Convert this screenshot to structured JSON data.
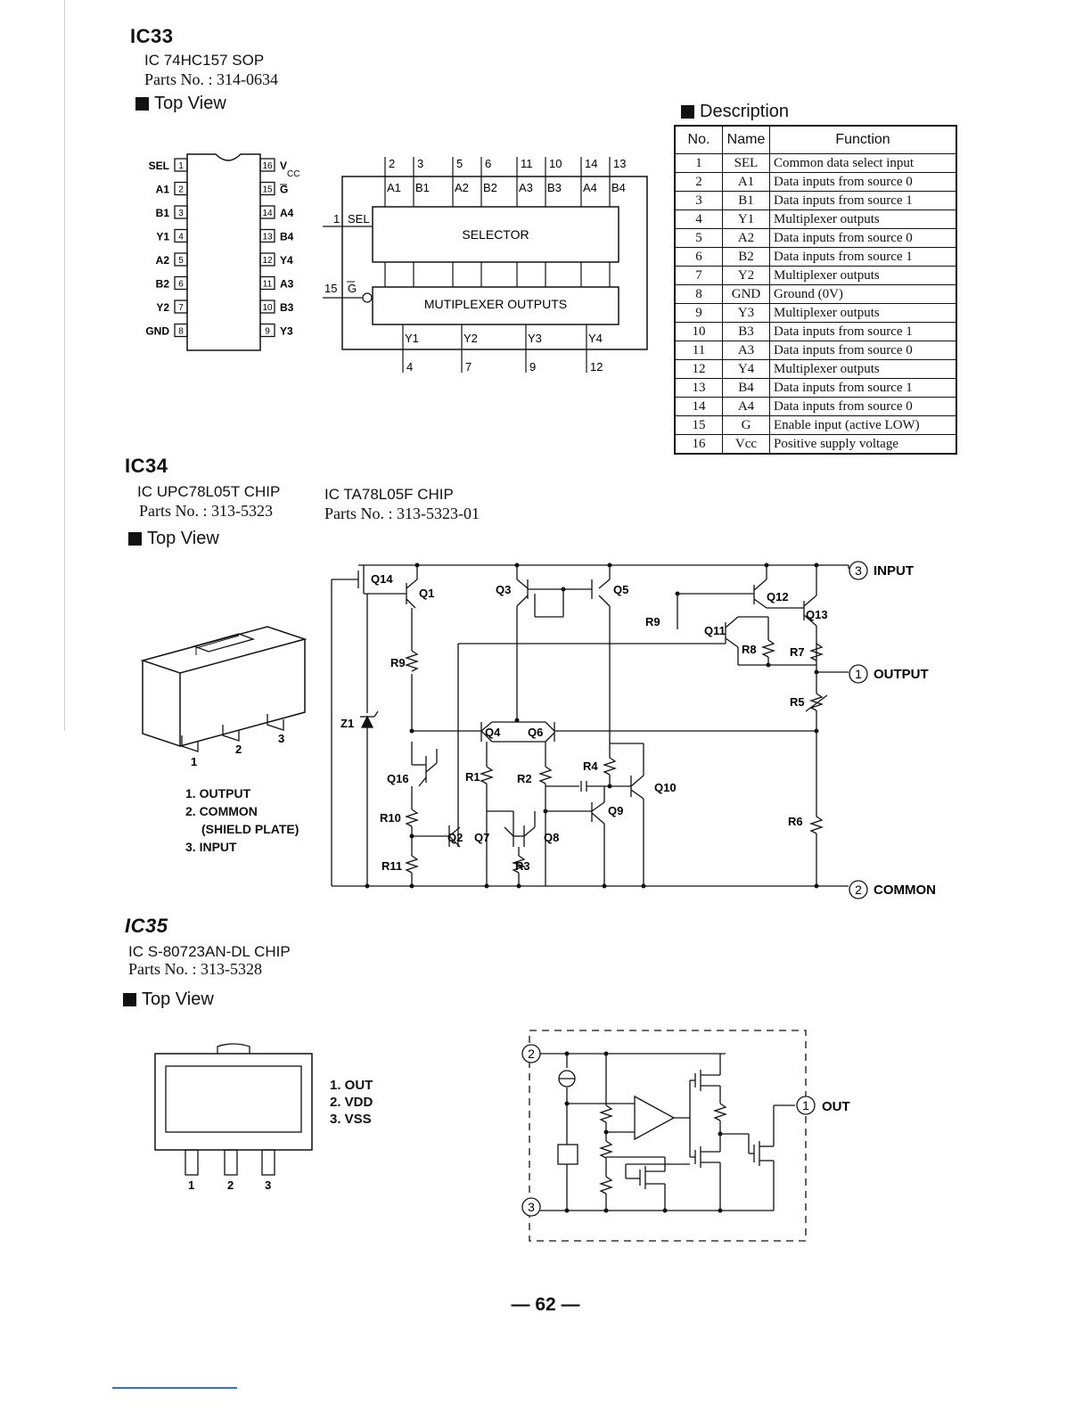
{
  "ic33": {
    "heading": "IC33",
    "part": "IC 74HC157 SOP",
    "parts_no": "Parts No. : 314-0634",
    "top_view": "Top View",
    "pins_left": [
      "SEL",
      "A1",
      "B1",
      "Y1",
      "A2",
      "B2",
      "Y2",
      "GND"
    ],
    "pins_left_num": [
      "1",
      "2",
      "3",
      "4",
      "5",
      "6",
      "7",
      "8"
    ],
    "pins_right_num": [
      "16",
      "15",
      "14",
      "13",
      "12",
      "11",
      "10",
      "9"
    ],
    "pins_right": [
      "V",
      "G",
      "A4",
      "B4",
      "Y4",
      "A3",
      "B3",
      "Y3"
    ],
    "vcc_sub": "CC",
    "block": {
      "top_pins": [
        "2",
        "3",
        "5",
        "6",
        "11",
        "10",
        "14",
        "13"
      ],
      "inputs": [
        "A1",
        "B1",
        "A2",
        "B2",
        "A3",
        "B3",
        "A4",
        "B4"
      ],
      "sel_pin": "1",
      "sel_label": "SEL",
      "g_pin": "15",
      "g_label": "G",
      "selector": "SELECTOR",
      "mux": "MUTIPLEXER OUTPUTS",
      "outputs": [
        "Y1",
        "Y2",
        "Y3",
        "Y4"
      ],
      "out_pins": [
        "4",
        "7",
        "9",
        "12"
      ]
    }
  },
  "description": {
    "title": "Description",
    "headers": [
      "No.",
      "Name",
      "Function"
    ],
    "rows": [
      [
        "1",
        "SEL",
        "Common data select input"
      ],
      [
        "2",
        "A1",
        "Data inputs from source 0"
      ],
      [
        "3",
        "B1",
        "Data inputs from source 1"
      ],
      [
        "4",
        "Y1",
        "Multiplexer outputs"
      ],
      [
        "5",
        "A2",
        "Data inputs from source 0"
      ],
      [
        "6",
        "B2",
        "Data inputs from source 1"
      ],
      [
        "7",
        "Y2",
        "Multiplexer outputs"
      ],
      [
        "8",
        "GND",
        "Ground (0V)"
      ],
      [
        "9",
        "Y3",
        "Multiplexer outputs"
      ],
      [
        "10",
        "B3",
        "Data inputs from source 1"
      ],
      [
        "11",
        "A3",
        "Data inputs from source 0"
      ],
      [
        "12",
        "Y4",
        "Multiplexer outputs"
      ],
      [
        "13",
        "B4",
        "Data inputs from source 1"
      ],
      [
        "14",
        "A4",
        "Data inputs from source 0"
      ],
      [
        "15",
        "G",
        "Enable input (active LOW)"
      ],
      [
        "16",
        "Vcc",
        "Positive supply voltage"
      ]
    ]
  },
  "ic34": {
    "heading": "IC34",
    "part_a": "IC UPC78L05T CHIP",
    "parts_no_a": "Parts No. : 313-5323",
    "part_b": "IC TA78L05F CHIP",
    "parts_no_b": "Parts No. : 313-5323-01",
    "top_view": "Top View",
    "pkg_pins": [
      "1",
      "2",
      "3"
    ],
    "pin_list": [
      "1. OUTPUT",
      "2. COMMON",
      "(SHIELD PLATE)",
      "3. INPUT"
    ],
    "schematic": {
      "input_num": "3",
      "input": "INPUT",
      "output_num": "1",
      "output": "OUTPUT",
      "common_num": "2",
      "common": "COMMON",
      "labels": [
        "Q14",
        "Q1",
        "Q3",
        "Q5",
        "Q12",
        "Q13",
        "Q11",
        "R9",
        "R9",
        "R8",
        "R7",
        "R5",
        "Z1",
        "Q4",
        "Q6",
        "R4",
        "Q16",
        "R1",
        "R2",
        "Q10",
        "R10",
        "Q9",
        "R6",
        "Q2",
        "Q7",
        "Q8",
        "R11",
        "R3"
      ]
    }
  },
  "ic35": {
    "heading": "IC35",
    "part": "IC S-80723AN-DL CHIP",
    "parts_no": "Parts No. : 313-5328",
    "top_view": "Top View",
    "pkg_pins": [
      "1",
      "2",
      "3"
    ],
    "pin_list": [
      "1. OUT",
      "2. VDD",
      "3. VSS"
    ],
    "nodes": [
      "2",
      "1",
      "3"
    ],
    "out_label": "OUT"
  },
  "page_number": "— 62 —"
}
